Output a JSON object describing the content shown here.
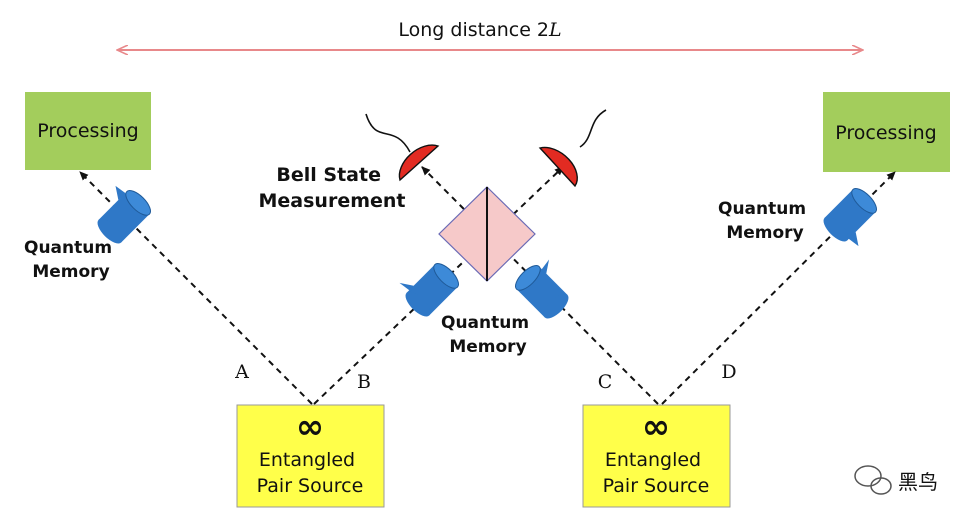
{
  "header": {
    "distance_label": "Long distance 2",
    "distance_symbol": "L"
  },
  "processing_left": {
    "label": "Processing"
  },
  "processing_right": {
    "label": "Processing"
  },
  "bell_state": {
    "line1": "Bell State",
    "line2": "Measurement"
  },
  "memory_left": {
    "line1": "Quantum",
    "line2": "Memory"
  },
  "memory_center": {
    "line1": "Quantum",
    "line2": "Memory"
  },
  "memory_right": {
    "line1": "Quantum",
    "line2": "Memory"
  },
  "paths": {
    "a": "A",
    "b": "B",
    "c": "C",
    "d": "D"
  },
  "source_left": {
    "symbol": "∞",
    "line1": "Entangled",
    "line2": "Pair Source"
  },
  "source_right": {
    "symbol": "∞",
    "line1": "Entangled",
    "line2": "Pair Source"
  },
  "watermark": {
    "text": "黑鸟"
  },
  "colors": {
    "arrow": "#e8888a",
    "processing_fill": "#a3cd5c",
    "source_fill": "#ffff4a",
    "detector": "#e22b22",
    "memory": "#2f78c7",
    "splitter_fill": "#f6c9c9",
    "splitter_stroke": "#6a6ab5"
  }
}
